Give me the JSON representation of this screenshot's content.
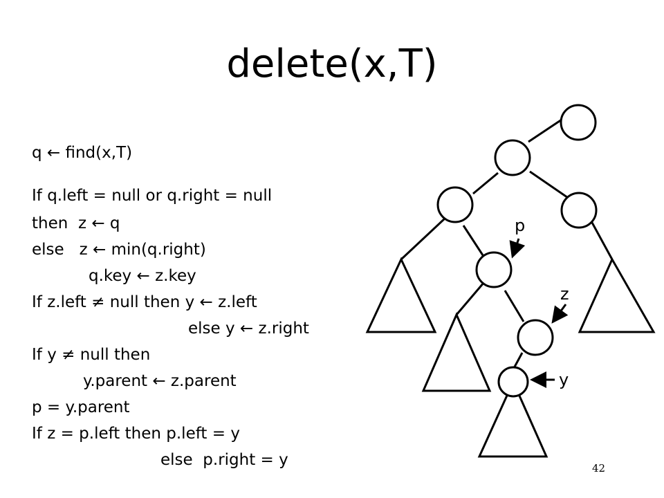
{
  "slide": {
    "title": "delete(x,T)",
    "page_number": "42"
  },
  "code": {
    "lines": [
      "q ← find(x,T)",
      "If q.left = null or q.right = null",
      "then  z ← q",
      "else   z ← min(q.right)",
      "q.key ← z.key",
      "If z.left ≠ null then y ← z.left",
      "else y ← z.right",
      "If y ≠ null then",
      "y.parent ← z.parent",
      "p = y.parent",
      "If z = p.left then p.left = y",
      "else  p.right = y"
    ]
  },
  "tree": {
    "labels": {
      "p": "p",
      "z": "z",
      "y": "y"
    }
  }
}
